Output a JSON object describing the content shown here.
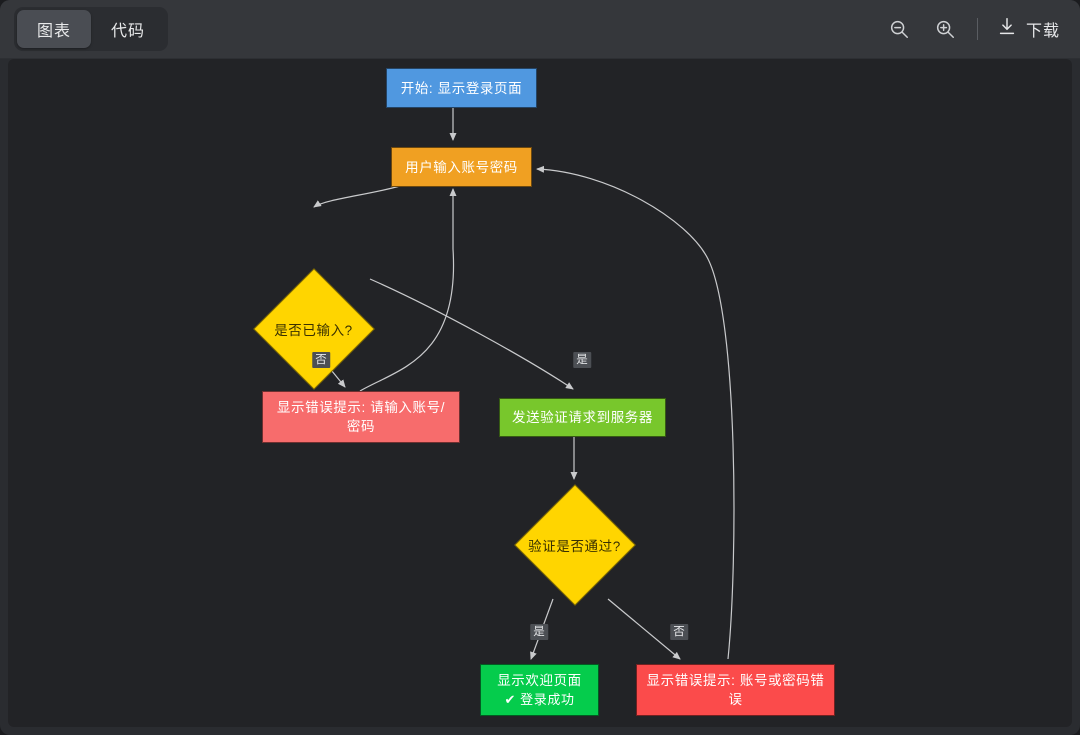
{
  "toolbar": {
    "tabs": [
      {
        "label": "图表",
        "active": true
      },
      {
        "label": "代码",
        "active": false
      }
    ],
    "zoom_out_icon": "zoom-out-icon",
    "zoom_in_icon": "zoom-in-icon",
    "download_icon": "download-icon",
    "download_label": "下载"
  },
  "chart_data": {
    "type": "diagram",
    "subtype": "flowchart",
    "title": "",
    "direction": "top-down",
    "background": "#222326",
    "nodes": [
      {
        "id": "start",
        "label": "开始: 显示登录页面",
        "shape": "rect",
        "color": "#5098E0"
      },
      {
        "id": "input",
        "label": "用户输入账号密码",
        "shape": "rect",
        "color": "#F0A022"
      },
      {
        "id": "check",
        "label": "是否已输入?",
        "shape": "diamond",
        "color": "#FFD500"
      },
      {
        "id": "err1",
        "label": "显示错误提示: 请输入账号/密码",
        "shape": "rect",
        "color": "#F76C6C"
      },
      {
        "id": "server",
        "label": "发送验证请求到服务器",
        "shape": "rect",
        "color": "#78C72C"
      },
      {
        "id": "verify",
        "label": "验证是否通过?",
        "shape": "diamond",
        "color": "#FFD500"
      },
      {
        "id": "ok",
        "label": "显示欢迎页面",
        "label_line2": "✔ 登录成功",
        "shape": "rect",
        "color": "#05CC4C"
      },
      {
        "id": "err2",
        "label": "显示错误提示: 账号或密码错误",
        "shape": "rect",
        "color": "#FB4B4B"
      }
    ],
    "edges": [
      {
        "from": "start",
        "to": "input",
        "label": ""
      },
      {
        "from": "input",
        "to": "check",
        "label": ""
      },
      {
        "from": "check",
        "to": "err1",
        "label": "否"
      },
      {
        "from": "check",
        "to": "server",
        "label": "是"
      },
      {
        "from": "err1",
        "to": "input",
        "label": ""
      },
      {
        "from": "server",
        "to": "verify",
        "label": ""
      },
      {
        "from": "verify",
        "to": "ok",
        "label": "是"
      },
      {
        "from": "verify",
        "to": "err2",
        "label": "否"
      },
      {
        "from": "err2",
        "to": "input",
        "label": ""
      }
    ]
  }
}
